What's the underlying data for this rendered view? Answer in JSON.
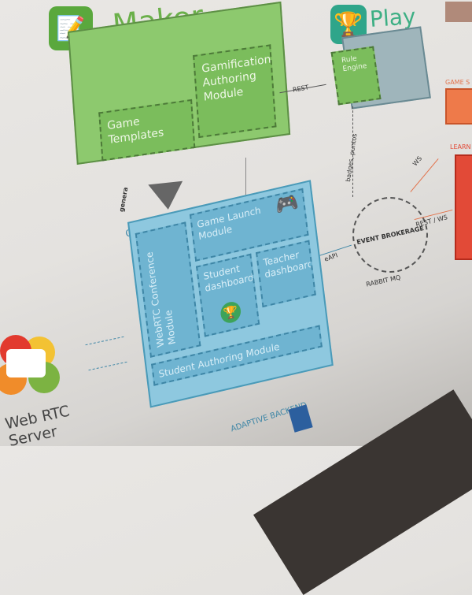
{
  "maker": {
    "title": "Maker",
    "icon": "tablet-pen-icon",
    "game_templates": "Game Templates",
    "gamification_module": "Gamification Authoring Module",
    "genera": "genera"
  },
  "play": {
    "title": "Play",
    "icon": "trophy-icon",
    "rule_engine": "Rule Engine",
    "rest": "REST",
    "badges": "badges, puntos"
  },
  "broker": {
    "title": "EVENT BROKERAGE",
    "sub": "RABBIT MQ",
    "rest_ws": "REST / WS",
    "ws": "WS",
    "eapi": "eAPI"
  },
  "contenido": {
    "title": "CONTENIDO DIGITAL",
    "game_launch": "Game Launch Module",
    "webrtc_module": "WebRTC Conference Module",
    "student_dashboard": "Student dashboard",
    "teacher_dashboard": "Teacher dashboard",
    "student_authoring": "Student Authoring Module"
  },
  "adaptive": {
    "title": "ADAPTIVE BACKEND"
  },
  "webrtc_server": {
    "label": "Web RTC Server"
  },
  "right": {
    "game_label": "GAME S",
    "learn_label": "LEARN"
  },
  "colors": {
    "green": "#8dc96e",
    "blue": "#8ec8df",
    "orange": "#ee7a4a",
    "red": "#e24a37"
  }
}
